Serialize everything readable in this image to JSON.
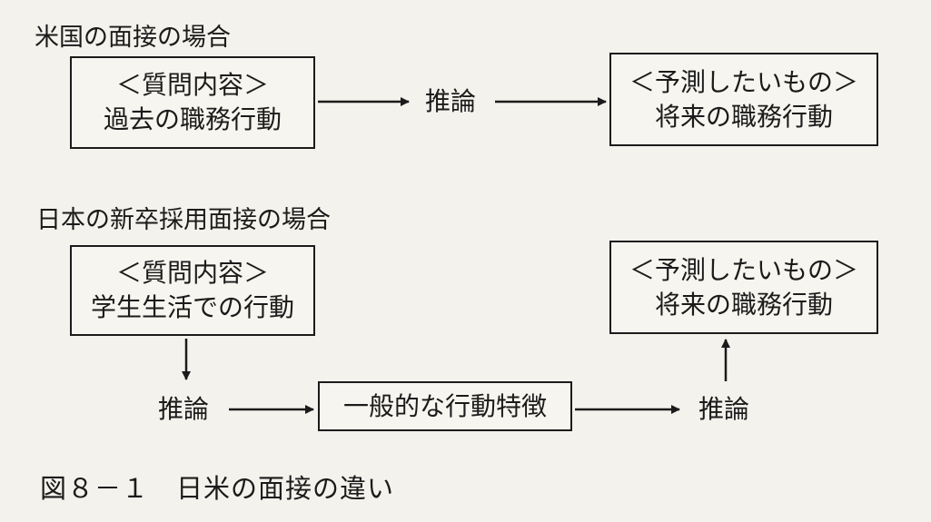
{
  "us": {
    "title": "米国の面接の場合",
    "question_box": {
      "heading": "＜質問内容＞",
      "body": "過去の職務行動"
    },
    "inference": "推論",
    "prediction_box": {
      "heading": "＜予測したいもの＞",
      "body": "将来の職務行動"
    }
  },
  "japan": {
    "title": "日本の新卒採用面接の場合",
    "question_box": {
      "heading": "＜質問内容＞",
      "body": "学生生活での行動"
    },
    "inference_left": "推論",
    "middle_box": {
      "body": "一般的な行動特徴"
    },
    "inference_right": "推論",
    "prediction_box": {
      "heading": "＜予測したいもの＞",
      "body": "将来の職務行動"
    }
  },
  "caption": "図８－１　日米の面接の違い"
}
